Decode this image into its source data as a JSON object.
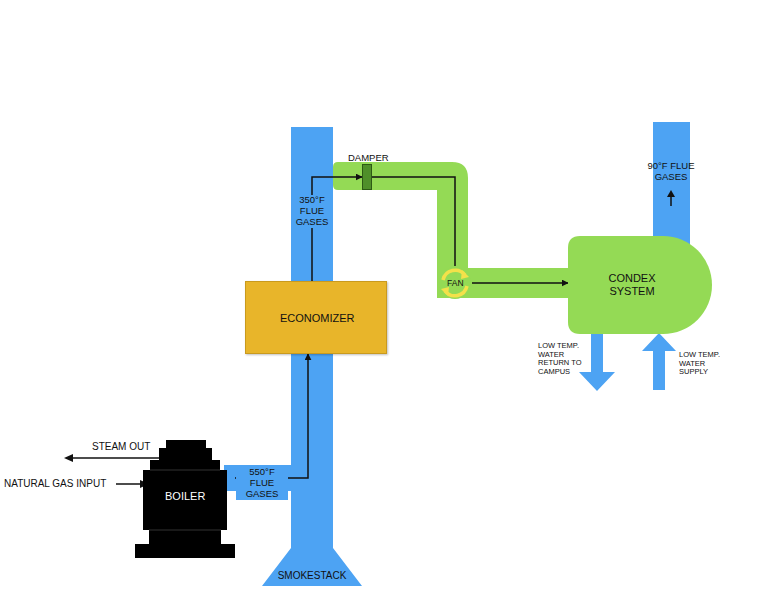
{
  "diagram": {
    "nodes": [
      {
        "text": [
          "BOILER"
        ]
      },
      {
        "text": [
          "ECONOMIZER"
        ]
      },
      {
        "text": [
          "DAMPER"
        ]
      },
      {
        "text": [
          "FAN"
        ]
      },
      {
        "text": [
          "CONDEX SYSTEM"
        ]
      }
    ],
    "edges": [
      {
        "from": 0,
        "to": 1,
        "arrow": "to",
        "label": "550°F FLUE GASES"
      },
      {
        "from": 1,
        "to": 2,
        "arrow": "to",
        "label": "350°F FLUE GASES"
      },
      {
        "from": 2,
        "to": 3,
        "arrow": "none"
      },
      {
        "from": 3,
        "to": 4,
        "arrow": "to"
      }
    ],
    "labels": [
      "STEAM OUT",
      "NATURAL GAS INPUT",
      "SMOKESTACK",
      "90°F FLUE GASES",
      "LOW TEMP. WATER RETURN TO CAMPUS",
      "LOW TEMP. WATER SUPPLY"
    ]
  }
}
